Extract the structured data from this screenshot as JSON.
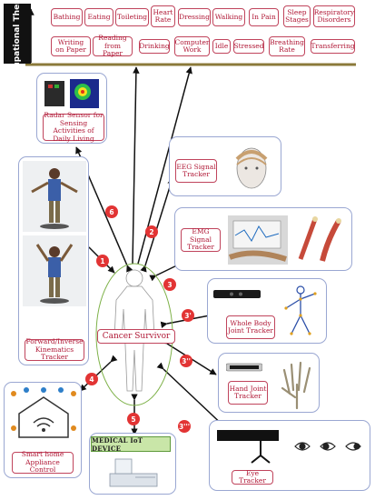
{
  "side_label": "Occupational Therapy",
  "activities_row1": [
    "Bathing",
    "Eating",
    "Toileting",
    "Heart Rate",
    "Dressing",
    "Walking",
    "In Pain",
    "Sleep Stages",
    "Respiratory Disorders"
  ],
  "activities_row2": [
    "Writing on Paper",
    "Reading from Paper",
    "Drinking",
    "Computer Work",
    "Idle",
    "Stressed",
    "Breathing Rate",
    "Transferring"
  ],
  "center_label": "Cancer Survivor",
  "modules": {
    "radar": "Radar Sensor for Sensing Activities of Daily Living",
    "kinematics": "Forward/Inverse Kinematics Tracker",
    "eeg": "EEG Signal Tracker",
    "emg": "EMG Signal Tracker",
    "body": "Whole Body Joint Tracker",
    "hand": "Hand Joint Tracker",
    "eye": "Eye Tracker",
    "smarthome": "Smart home Appliance Control",
    "iot": "MEDICAL IoT DEVICE"
  },
  "badges": {
    "b1": "1",
    "b2": "2",
    "b3": "3",
    "b3p": "3'",
    "b3pp": "3''",
    "b3ppp": "3'''",
    "b4": "4",
    "b5": "5",
    "b6": "6"
  },
  "colors": {
    "label_text": "#b01836",
    "label_border": "#c0445c",
    "card_border": "#9aa7d2",
    "badge": "#e23434",
    "timeline_bar": "#8b7a3a",
    "body_outline": "#7fb24a"
  }
}
